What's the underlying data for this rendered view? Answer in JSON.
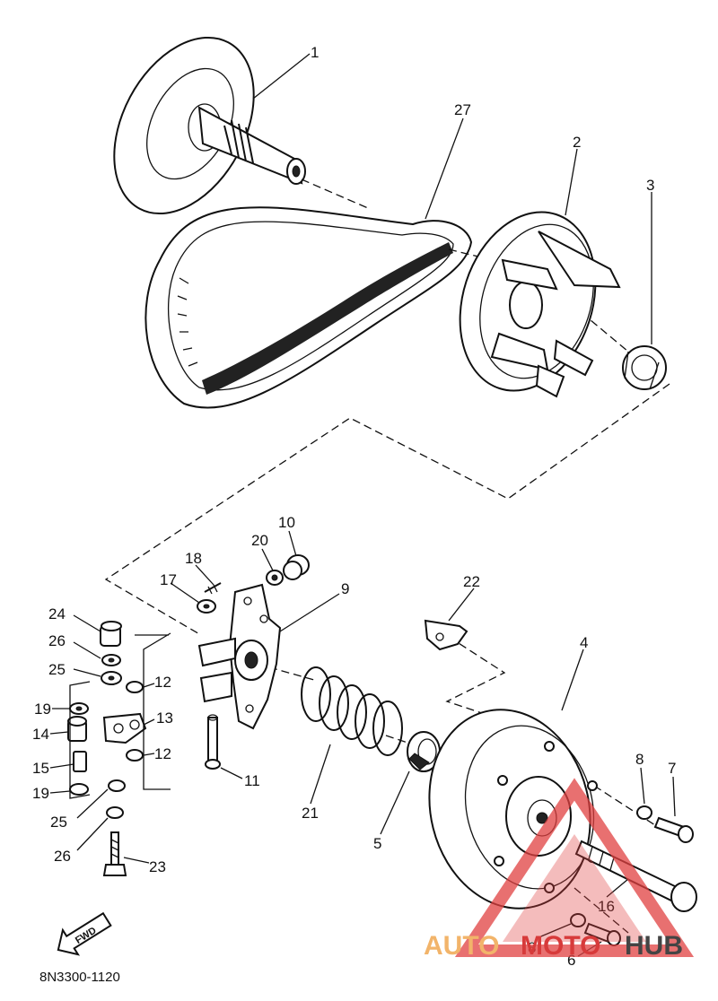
{
  "diagram": {
    "part_code": "8N3300-1120",
    "fwd_label": "FWD",
    "watermark": {
      "part1": "AUTO",
      "part2": "MOTO",
      "part3": "HUB"
    },
    "callouts": {
      "c1": "1",
      "c27": "27",
      "c2": "2",
      "c3": "3",
      "c10": "10",
      "c20": "20",
      "c18": "18",
      "c17": "17",
      "c9": "9",
      "c22": "22",
      "c4": "4",
      "c24": "24",
      "c26a": "26",
      "c25a": "25",
      "c12a": "12",
      "c19a": "19",
      "c13": "13",
      "c14": "14",
      "c12b": "12",
      "c15": "15",
      "c19b": "19",
      "c11": "11",
      "c25b": "25",
      "c26b": "26",
      "c23": "23",
      "c21": "21",
      "c5": "5",
      "c8a": "8",
      "c7": "7",
      "c16": "16",
      "c8b": "8",
      "c6": "6"
    }
  }
}
